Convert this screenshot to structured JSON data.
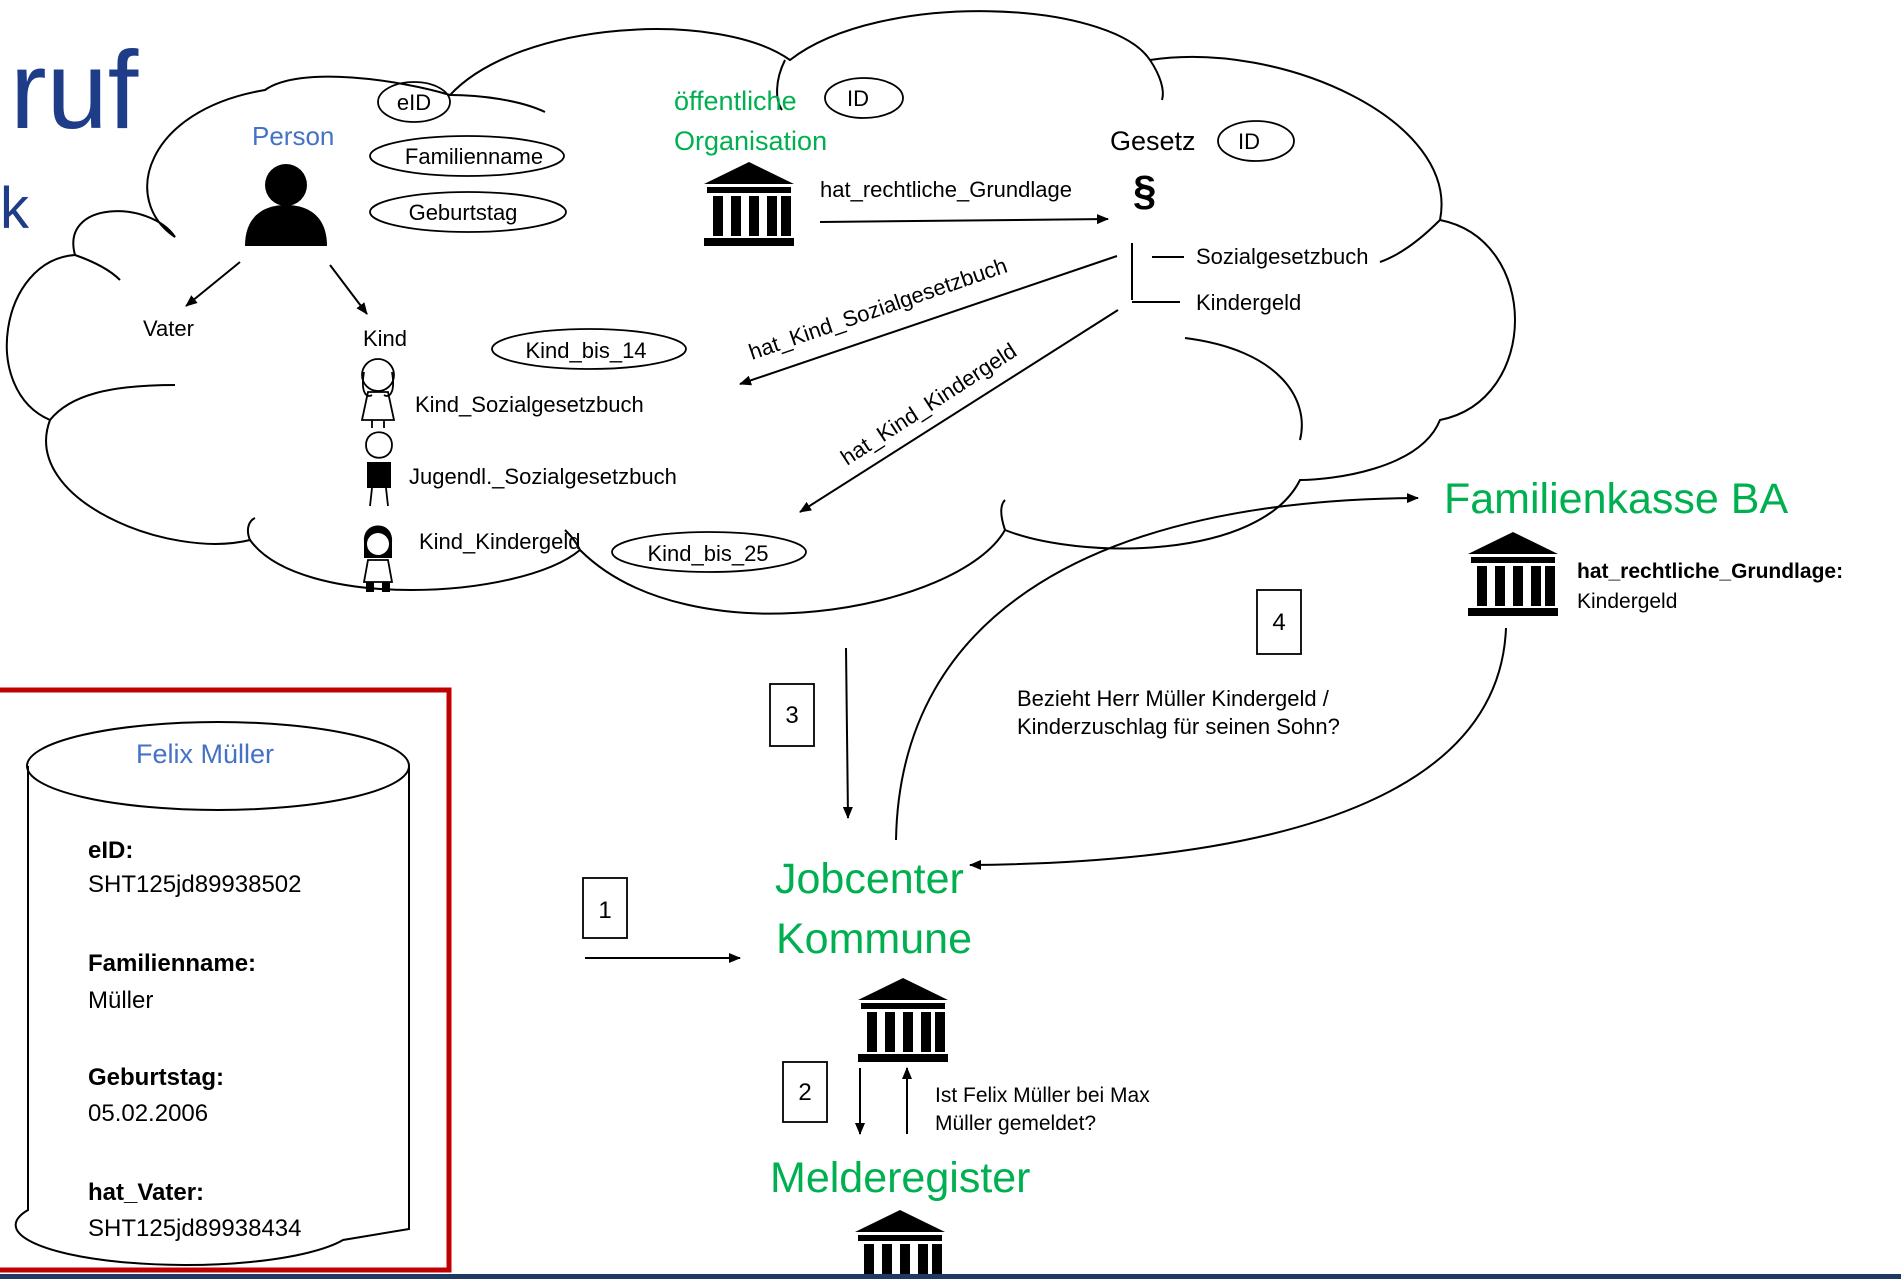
{
  "slide": {
    "title_fragment": "ruf",
    "subtitle_fragment": "k"
  },
  "cloud": {
    "person_label": "Person",
    "person_attrs": [
      "eID",
      "Familienname",
      "Geburtstag"
    ],
    "vater_label": "Vater",
    "kind_label": "Kind",
    "kind_bis_14": "Kind_bis_14",
    "kind_bis_25": "Kind_bis_25",
    "kind_types": [
      "Kind_Sozialgesetzbuch",
      "Jugendl._Sozialgesetzbuch",
      "Kind_Kindergeld"
    ],
    "org_label_line1": "öffentliche",
    "org_label_line2": "Organisation",
    "org_id": "ID",
    "gesetz_label": "Gesetz",
    "gesetz_id": "ID",
    "paragraph_symbol": "§",
    "relation_grundlage": "hat_rechtliche_Grundlage",
    "gesetz_subtypes": [
      "Sozialgesetzbuch",
      "Kindergeld"
    ],
    "relation_kind_sgb": "hat_Kind_Sozialgesetzbuch",
    "relation_kind_kg": "hat_Kind_Kindergeld"
  },
  "record": {
    "name": "Felix Müller",
    "fields": [
      {
        "label": "eID:",
        "value": "SHT125jd89938502"
      },
      {
        "label": "Familienname:",
        "value": "Müller"
      },
      {
        "label": "Geburtstag:",
        "value": "05.02.2006"
      },
      {
        "label": "hat_Vater:",
        "value": "SHT125jd89938434"
      }
    ]
  },
  "flow": {
    "step1": "1",
    "step2": "2",
    "step3": "3",
    "step4": "4",
    "jobcenter_line1": "Jobcenter",
    "jobcenter_line2": "Kommune",
    "melderegister": "Melderegister",
    "melde_question_line1": "Ist Felix Müller bei Max",
    "melde_question_line2": "Müller gemeldet?",
    "familienkasse": "Familienkasse BA",
    "fk_grundlage_label": "hat_rechtliche_Grundlage:",
    "fk_grundlage_value": "Kindergeld",
    "fk_question_line1": "Bezieht Herr Müller Kindergeld /",
    "fk_question_line2": "Kinderzuschlag für seinen Sohn?"
  },
  "colors": {
    "blue_text": "#4472c4",
    "green_text": "#00b050",
    "title_navy": "#1f3c88",
    "record_border": "#c00000",
    "footer_bar": "#1f3864"
  },
  "icons": [
    "person-icon",
    "building-icon",
    "paragraph-icon",
    "girl-icon",
    "boy-icon",
    "child-icon"
  ]
}
